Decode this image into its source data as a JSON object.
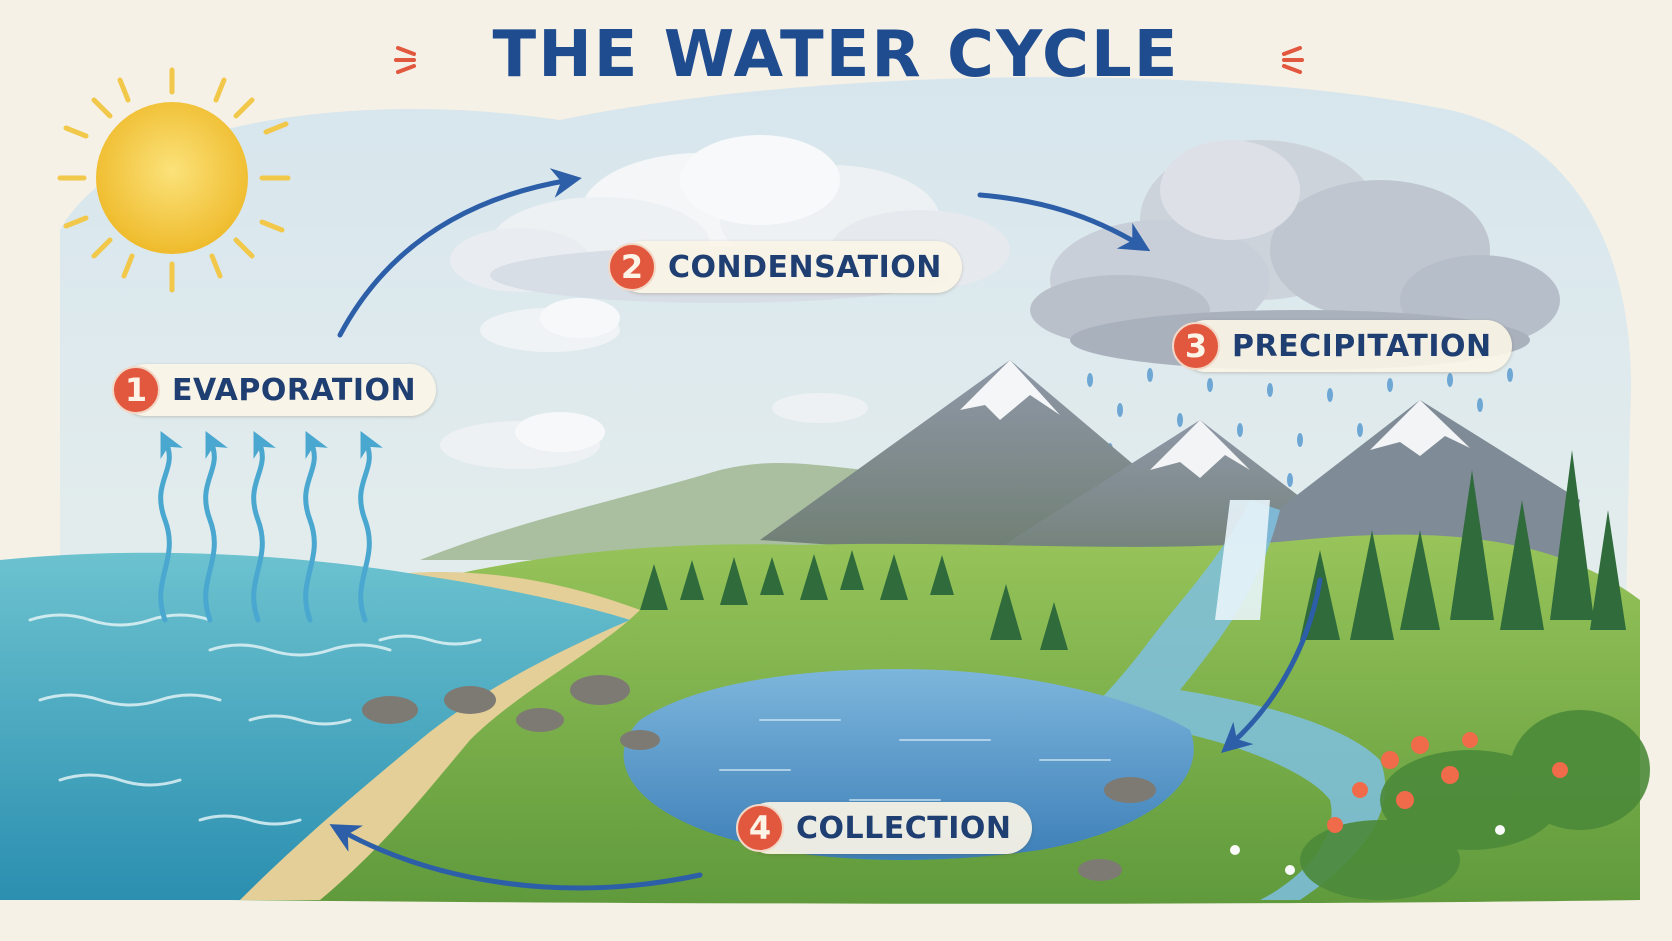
{
  "title": "THE WATER CYCLE",
  "steps": [
    {
      "number": "1",
      "label": "EVAPORATION"
    },
    {
      "number": "2",
      "label": "CONDENSATION"
    },
    {
      "number": "3",
      "label": "PRECIPITATION"
    },
    {
      "number": "4",
      "label": "COLLECTION"
    }
  ],
  "colors": {
    "title": "#1f4b8f",
    "badge": "#e2583e",
    "label_text": "#1f3e72",
    "arrow": "#2d5ea8",
    "sea": "#3aa6b8",
    "lake": "#4a8fc4",
    "grass": "#7fb24a",
    "sun": "#f2c43a"
  }
}
